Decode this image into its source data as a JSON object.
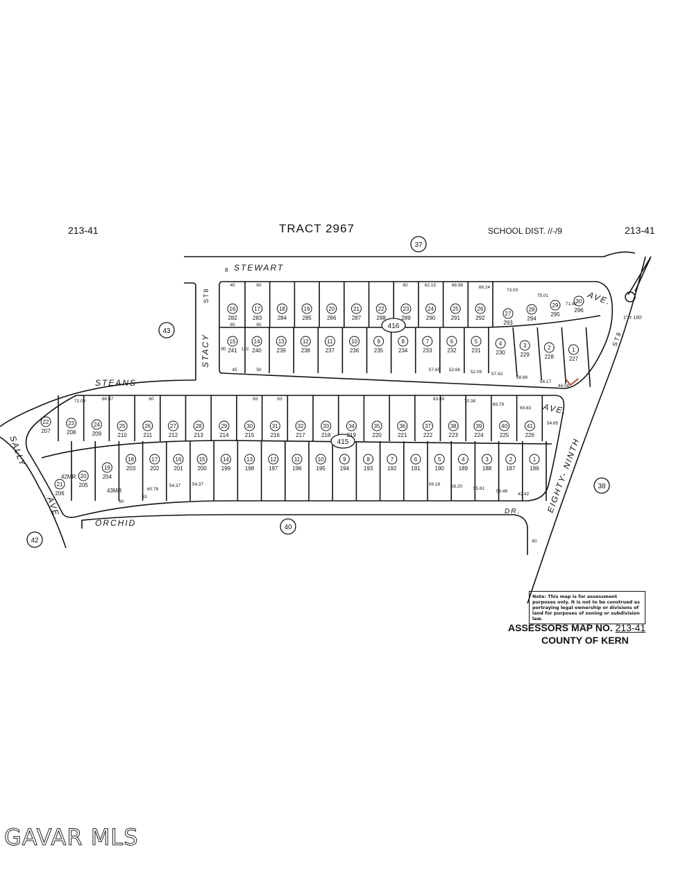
{
  "header": {
    "map_left": "213-41",
    "title": "TRACT 2967",
    "school_dist": "SCHOOL DIST. //-/9",
    "map_right": "213-41"
  },
  "streets": {
    "stewart": "STEWART",
    "stewart_prefix": "8",
    "stewart_ave": "AVE.",
    "stacy": "STACY",
    "stacy_st": "ST8",
    "steans": "STEANS",
    "steans_ave": "AVE.",
    "sally": "SALLY",
    "sally_ave": "AVE.",
    "orchid": "ORCHID",
    "orchid_dr": "DR.",
    "eighty_ninth": "EIGHTY- NINTH",
    "eighty_ninth_st": "ST8"
  },
  "circles": {
    "c37": "37",
    "c43": "43",
    "c38": "38",
    "c40": "40",
    "c42": "42",
    "book416": "416",
    "book415": "415"
  },
  "north_scale": "1\" = 100'",
  "block1": {
    "top_lots": [
      {
        "n": "16",
        "apn": "282"
      },
      {
        "n": "17",
        "apn": "283"
      },
      {
        "n": "18",
        "apn": "284"
      },
      {
        "n": "19",
        "apn": "285"
      },
      {
        "n": "20",
        "apn": "286"
      },
      {
        "n": "21",
        "apn": "287"
      },
      {
        "n": "22",
        "apn": "288"
      },
      {
        "n": "23",
        "apn": "289"
      },
      {
        "n": "24",
        "apn": "290"
      },
      {
        "n": "25",
        "apn": "291"
      },
      {
        "n": "26",
        "apn": "292"
      }
    ],
    "bottom_lots": [
      {
        "n": "15",
        "apn": "241"
      },
      {
        "n": "14",
        "apn": "240"
      },
      {
        "n": "13",
        "apn": "239"
      },
      {
        "n": "12",
        "apn": "238"
      },
      {
        "n": "11",
        "apn": "237"
      },
      {
        "n": "10",
        "apn": "236"
      },
      {
        "n": "9",
        "apn": "235"
      },
      {
        "n": "8",
        "apn": "234"
      },
      {
        "n": "7",
        "apn": "233"
      },
      {
        "n": "6",
        "apn": "232"
      },
      {
        "n": "5",
        "apn": "231"
      },
      {
        "n": "4",
        "apn": "230"
      },
      {
        "n": "3",
        "apn": "229"
      },
      {
        "n": "2",
        "apn": "228"
      },
      {
        "n": "1",
        "apn": "227"
      }
    ],
    "east_lots": [
      {
        "n": "27",
        "apn": "293"
      },
      {
        "n": "28",
        "apn": "294"
      },
      {
        "n": "29",
        "apn": "295"
      },
      {
        "n": "30",
        "apn": "296"
      }
    ]
  },
  "block2": {
    "top_lots": [
      {
        "n": "22",
        "apn": "207"
      },
      {
        "n": "23",
        "apn": "208"
      },
      {
        "n": "24",
        "apn": "209"
      },
      {
        "n": "25",
        "apn": "210"
      },
      {
        "n": "26",
        "apn": "211"
      },
      {
        "n": "27",
        "apn": "212"
      },
      {
        "n": "28",
        "apn": "213"
      },
      {
        "n": "29",
        "apn": "214"
      },
      {
        "n": "30",
        "apn": "215"
      },
      {
        "n": "31",
        "apn": "216"
      },
      {
        "n": "32",
        "apn": "217"
      },
      {
        "n": "33",
        "apn": "218"
      },
      {
        "n": "34",
        "apn": "219"
      },
      {
        "n": "35",
        "apn": "220"
      },
      {
        "n": "36",
        "apn": "221"
      },
      {
        "n": "37",
        "apn": "222"
      },
      {
        "n": "38",
        "apn": "223"
      },
      {
        "n": "39",
        "apn": "224"
      },
      {
        "n": "40",
        "apn": "225"
      },
      {
        "n": "41",
        "apn": "226"
      }
    ],
    "bottom_lots": [
      {
        "n": "21",
        "apn": "206"
      },
      {
        "n": "20",
        "apn": "205"
      },
      {
        "n": "19",
        "apn": "204"
      },
      {
        "n": "18",
        "apn": "203"
      },
      {
        "n": "17",
        "apn": "202"
      },
      {
        "n": "16",
        "apn": "201"
      },
      {
        "n": "15",
        "apn": "200"
      },
      {
        "n": "14",
        "apn": "199"
      },
      {
        "n": "13",
        "apn": "198"
      },
      {
        "n": "12",
        "apn": "197"
      },
      {
        "n": "11",
        "apn": "196"
      },
      {
        "n": "10",
        "apn": "195"
      },
      {
        "n": "9",
        "apn": "194"
      },
      {
        "n": "8",
        "apn": "193"
      },
      {
        "n": "7",
        "apn": "192"
      },
      {
        "n": "6",
        "apn": "191"
      },
      {
        "n": "5",
        "apn": "190"
      },
      {
        "n": "4",
        "apn": "189"
      },
      {
        "n": "3",
        "apn": "188"
      },
      {
        "n": "2",
        "apn": "187"
      },
      {
        "n": "1",
        "apn": "186"
      }
    ],
    "special": {
      "mr42": "42MR",
      "mr43": "43MR"
    }
  },
  "dims": {
    "d45a": "45",
    "d60a": "60",
    "d65": "65",
    "d60b": "60",
    "d90": "90",
    "d110": "110",
    "d45b": "45",
    "d50": "50",
    "d60c": "60",
    "d6215": "62.15",
    "d6696": "66.96",
    "d6624": "66.24",
    "d7303": "73.03",
    "d7501": "75.01",
    "d7142": "71.42",
    "d5765": "57.65",
    "d5266": "52.66",
    "d5209": "52.09",
    "d5743": "57.43",
    "d5888": "58.88",
    "d5617": "56.17",
    "d4408": "44.08",
    "d7209": "72.09",
    "d6667": "66.67",
    "d60d": "60",
    "d63a": "63",
    "d63b": "63",
    "d8369": "83.69",
    "d7038": "70.38",
    "d6979": "69.79",
    "d6983": "69.83",
    "d5485": "54.85",
    "d5437a": "54.37",
    "d5437b": "54.37",
    "d6078": "60.78",
    "d5618": "56.18",
    "d5620": "56.20",
    "d5581": "55.81",
    "d5348": "53.48",
    "d4242": "42.42",
    "d80": "80",
    "d60e": "60",
    "d63c": "63"
  },
  "note": "Note: This map is for assessment purposes only. It is not to be construed as portraying legal ownership or divisions of land for purposes of zoning or subdivision law.",
  "assessor": {
    "label": "ASSESSORS MAP NO.",
    "number": "213-41",
    "county": "COUNTY OF KERN"
  },
  "watermark": "GAVAR MLS",
  "colors": {
    "ink": "#111111",
    "check": "#b03a2e",
    "paper": "#ffffff"
  }
}
